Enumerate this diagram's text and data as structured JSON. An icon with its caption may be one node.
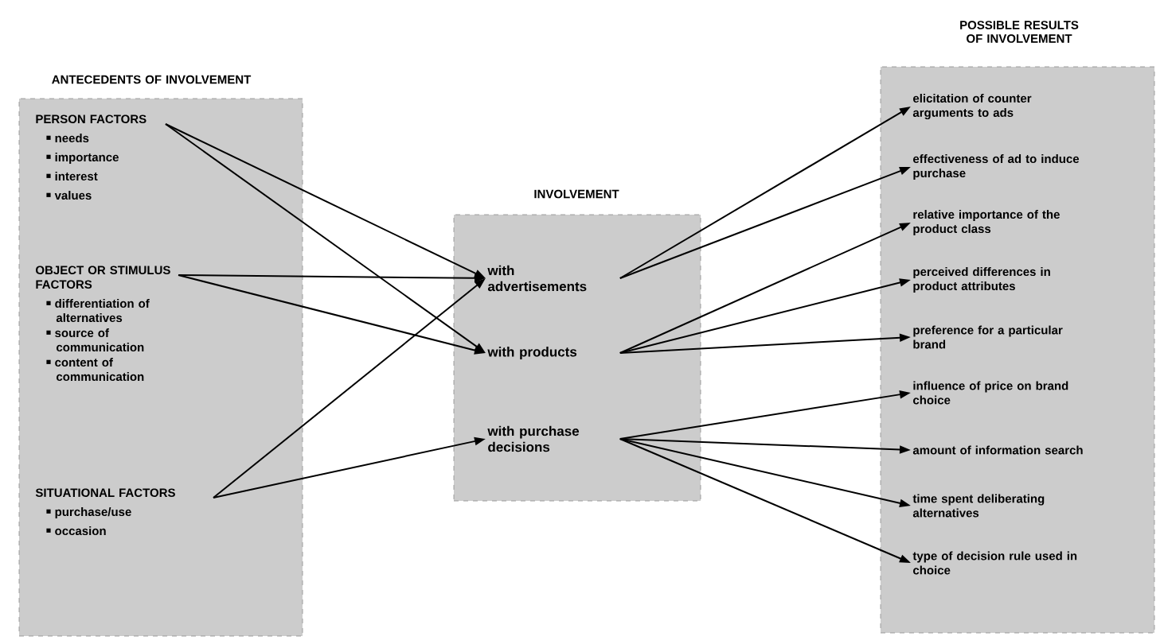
{
  "diagram": {
    "nodes": [
      {
        "text": [
          "ANTECEDENTS OF INVOLVEMENT"
        ]
      },
      {
        "text": [
          "PERSON FACTORS",
          "needs",
          "importance",
          "interest",
          "values"
        ],
        "in": 0
      },
      {
        "text": [
          "OBJECT OR STIMULUS FACTORS",
          "differentiation of alternatives",
          "source of communication",
          "content of communication"
        ],
        "in": 0
      },
      {
        "text": [
          "SITUATIONAL FACTORS",
          "purchase/use",
          "occasion"
        ],
        "in": 0
      },
      {
        "text": [
          "INVOLVEMENT"
        ]
      },
      {
        "text": [
          "with advertisements"
        ],
        "in": 4
      },
      {
        "text": [
          "with products"
        ],
        "in": 4
      },
      {
        "text": [
          "with purchase decisions"
        ],
        "in": 4
      },
      {
        "text": [
          "POSSIBLE RESULTS OF INVOLVEMENT"
        ]
      },
      {
        "text": [
          "elicitation of counter arguments to ads"
        ],
        "in": 8
      },
      {
        "text": [
          "effectiveness of ad to induce purchase"
        ],
        "in": 8
      },
      {
        "text": [
          "relative importance of the product class"
        ],
        "in": 8
      },
      {
        "text": [
          "perceived differences in product attributes"
        ],
        "in": 8
      },
      {
        "text": [
          "preference for a particular brand"
        ],
        "in": 8
      },
      {
        "text": [
          "influence of price on brand choice"
        ],
        "in": 8
      },
      {
        "text": [
          "amount of information search"
        ],
        "in": 8
      },
      {
        "text": [
          "time spent deliberating alternatives"
        ],
        "in": 8
      },
      {
        "text": [
          "type of decision rule used in choice"
        ],
        "in": 8
      }
    ],
    "edges": [
      {
        "from": 1,
        "to": 5,
        "arrow": "to"
      },
      {
        "from": 1,
        "to": 6,
        "arrow": "to"
      },
      {
        "from": 2,
        "to": 5,
        "arrow": "to"
      },
      {
        "from": 2,
        "to": 6,
        "arrow": "to"
      },
      {
        "from": 3,
        "to": 5,
        "arrow": "to"
      },
      {
        "from": 3,
        "to": 7,
        "arrow": "to"
      },
      {
        "from": 5,
        "to": 9,
        "arrow": "to"
      },
      {
        "from": 5,
        "to": 10,
        "arrow": "to"
      },
      {
        "from": 6,
        "to": 11,
        "arrow": "to"
      },
      {
        "from": 6,
        "to": 12,
        "arrow": "to"
      },
      {
        "from": 6,
        "to": 13,
        "arrow": "to"
      },
      {
        "from": 7,
        "to": 14,
        "arrow": "to"
      },
      {
        "from": 7,
        "to": 15,
        "arrow": "to"
      },
      {
        "from": 7,
        "to": 16,
        "arrow": "to"
      },
      {
        "from": 7,
        "to": 17,
        "arrow": "to"
      }
    ]
  }
}
